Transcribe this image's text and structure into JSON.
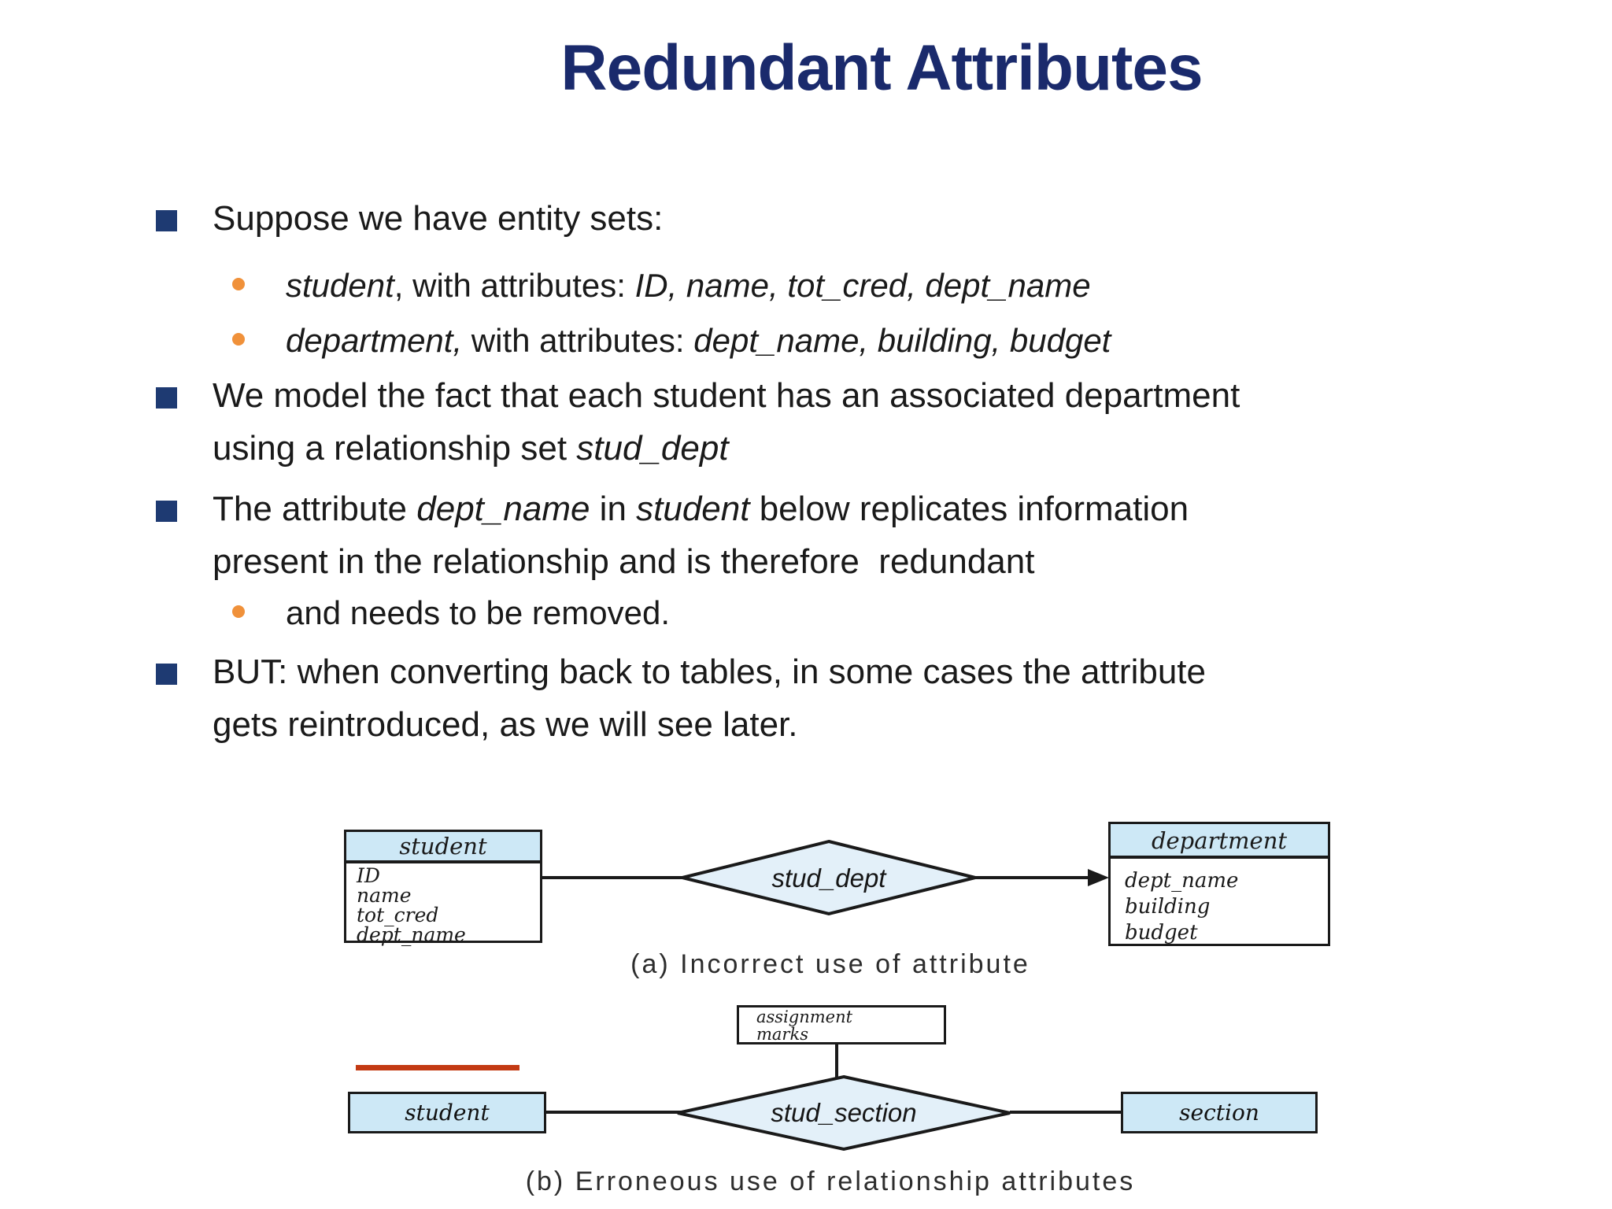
{
  "title": "Redundant Attributes",
  "content": {
    "l1": "Suppose we have entity sets:",
    "l2": {
      "a": "student",
      "b": ", with attributes: ",
      "c": "ID, name, tot_cred, dept_name"
    },
    "l3": {
      "a": "department,",
      "b": " with attributes: ",
      "c": "dept_name, building, budget"
    },
    "l4": "We model the fact that each student has an associated department",
    "l5": {
      "a": "using a relationship set ",
      "b": "stud_dept"
    },
    "l6": {
      "a": "The attribute ",
      "b": "dept_name",
      "c": " in ",
      "d": "student",
      "e": " below replicates information"
    },
    "l7": "present in the relationship and is therefore  redundant",
    "l8": "and needs to be removed.",
    "l9": "BUT: when converting back to tables, in some cases the attribute",
    "l10": "gets reintroduced, as we will see later."
  },
  "diagram_a": {
    "student": {
      "title": "student",
      "attributes": [
        "ID",
        "name",
        "tot_cred",
        "dept_name"
      ]
    },
    "relationship": "stud_dept",
    "department": {
      "title": "department",
      "attributes": [
        "dept_name",
        "building",
        "budget"
      ]
    },
    "caption": "(a) Incorrect use of attribute"
  },
  "diagram_b": {
    "attribute_box": {
      "line1": "assignment",
      "line2": "marks"
    },
    "student_label": "student",
    "relationship": "stud_section",
    "section_label": "section",
    "caption": "(b) Erroneous use of relationship attributes"
  },
  "colors": {
    "title_navy": "#1a2a6c",
    "bullet_square": "#1e3a72",
    "bullet_dot_orange": "#f0913a",
    "entity_header_blue": "#cde8f6",
    "diamond_blue": "#e3f0f9",
    "diagram_border": "#1a1a1a",
    "red_marker_line": "#c33a13",
    "caption_gray": "#2d2d2d"
  }
}
